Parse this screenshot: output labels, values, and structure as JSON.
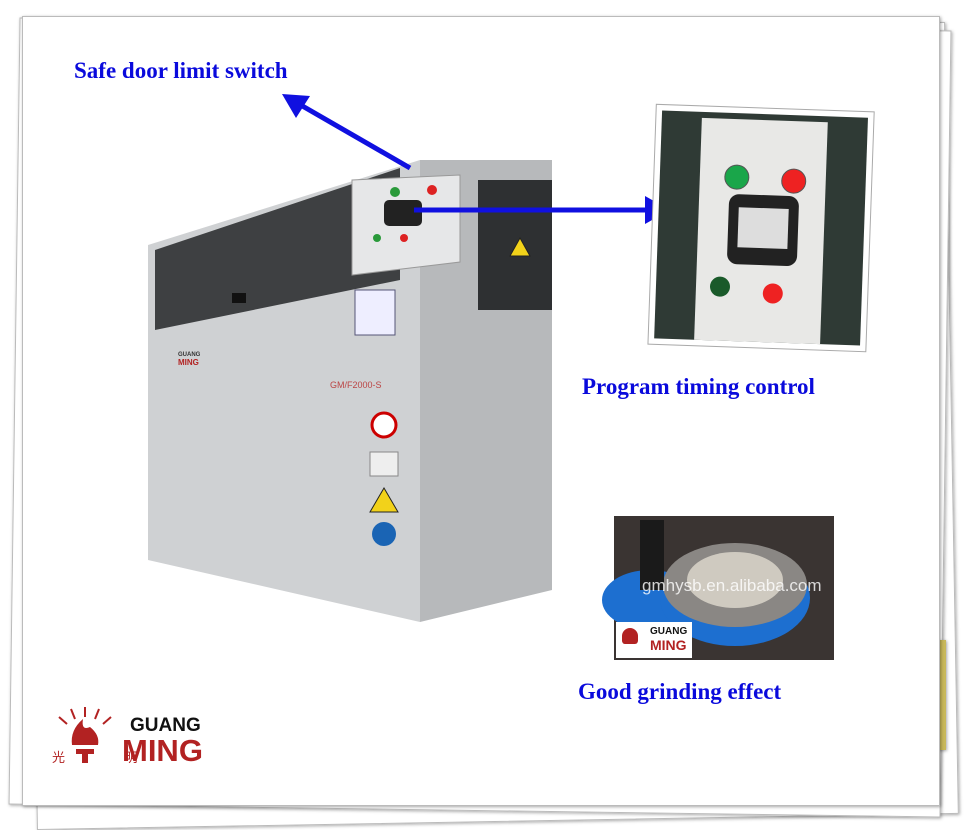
{
  "labels": {
    "door_switch": "Safe door limit switch",
    "timing": "Program timing control",
    "grinding": "Good grinding effect"
  },
  "logo": {
    "line1": "GUANG",
    "line2": "MING",
    "chinese": "光 明"
  },
  "machine": {
    "model": "GM/F2000-S"
  },
  "inset_grinding": {
    "watermark": "gmhysb.en.alibaba.com",
    "logo_line1": "GUANG",
    "logo_line2": "MING"
  },
  "colors": {
    "label": "#0a0adc",
    "arrow": "#1010e0",
    "brand_red": "#b22222",
    "machine_gray": "#c9cbcd",
    "panel_dark": "#3a3c3e"
  }
}
